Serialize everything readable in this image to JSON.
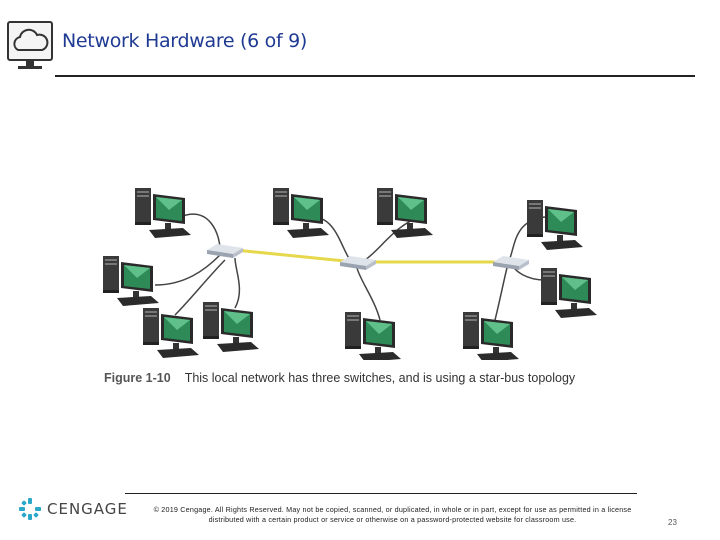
{
  "slide": {
    "title": "Network Hardware (6 of 9)",
    "page_number": "23"
  },
  "figure": {
    "number": "Figure 1-10",
    "caption": "This local network has three switches, and is using a star-bus topology"
  },
  "footer": {
    "brand": "CENGAGE",
    "copyright_line1": "© 2019 Cengage. All Rights Reserved. May not be copied, scanned, or duplicated, in whole or in part, except for use as permitted in a license",
    "copyright_line2": "distributed with a certain product or service or otherwise on a password-protected website for classroom use."
  },
  "colors": {
    "title": "#1f3a93",
    "bus_cable": "#e6d84a",
    "monitor_screen": "#2e8b57"
  },
  "icons": [
    "cloud-monitor-icon",
    "cengage-logo-icon",
    "computer-icon",
    "switch-icon"
  ]
}
